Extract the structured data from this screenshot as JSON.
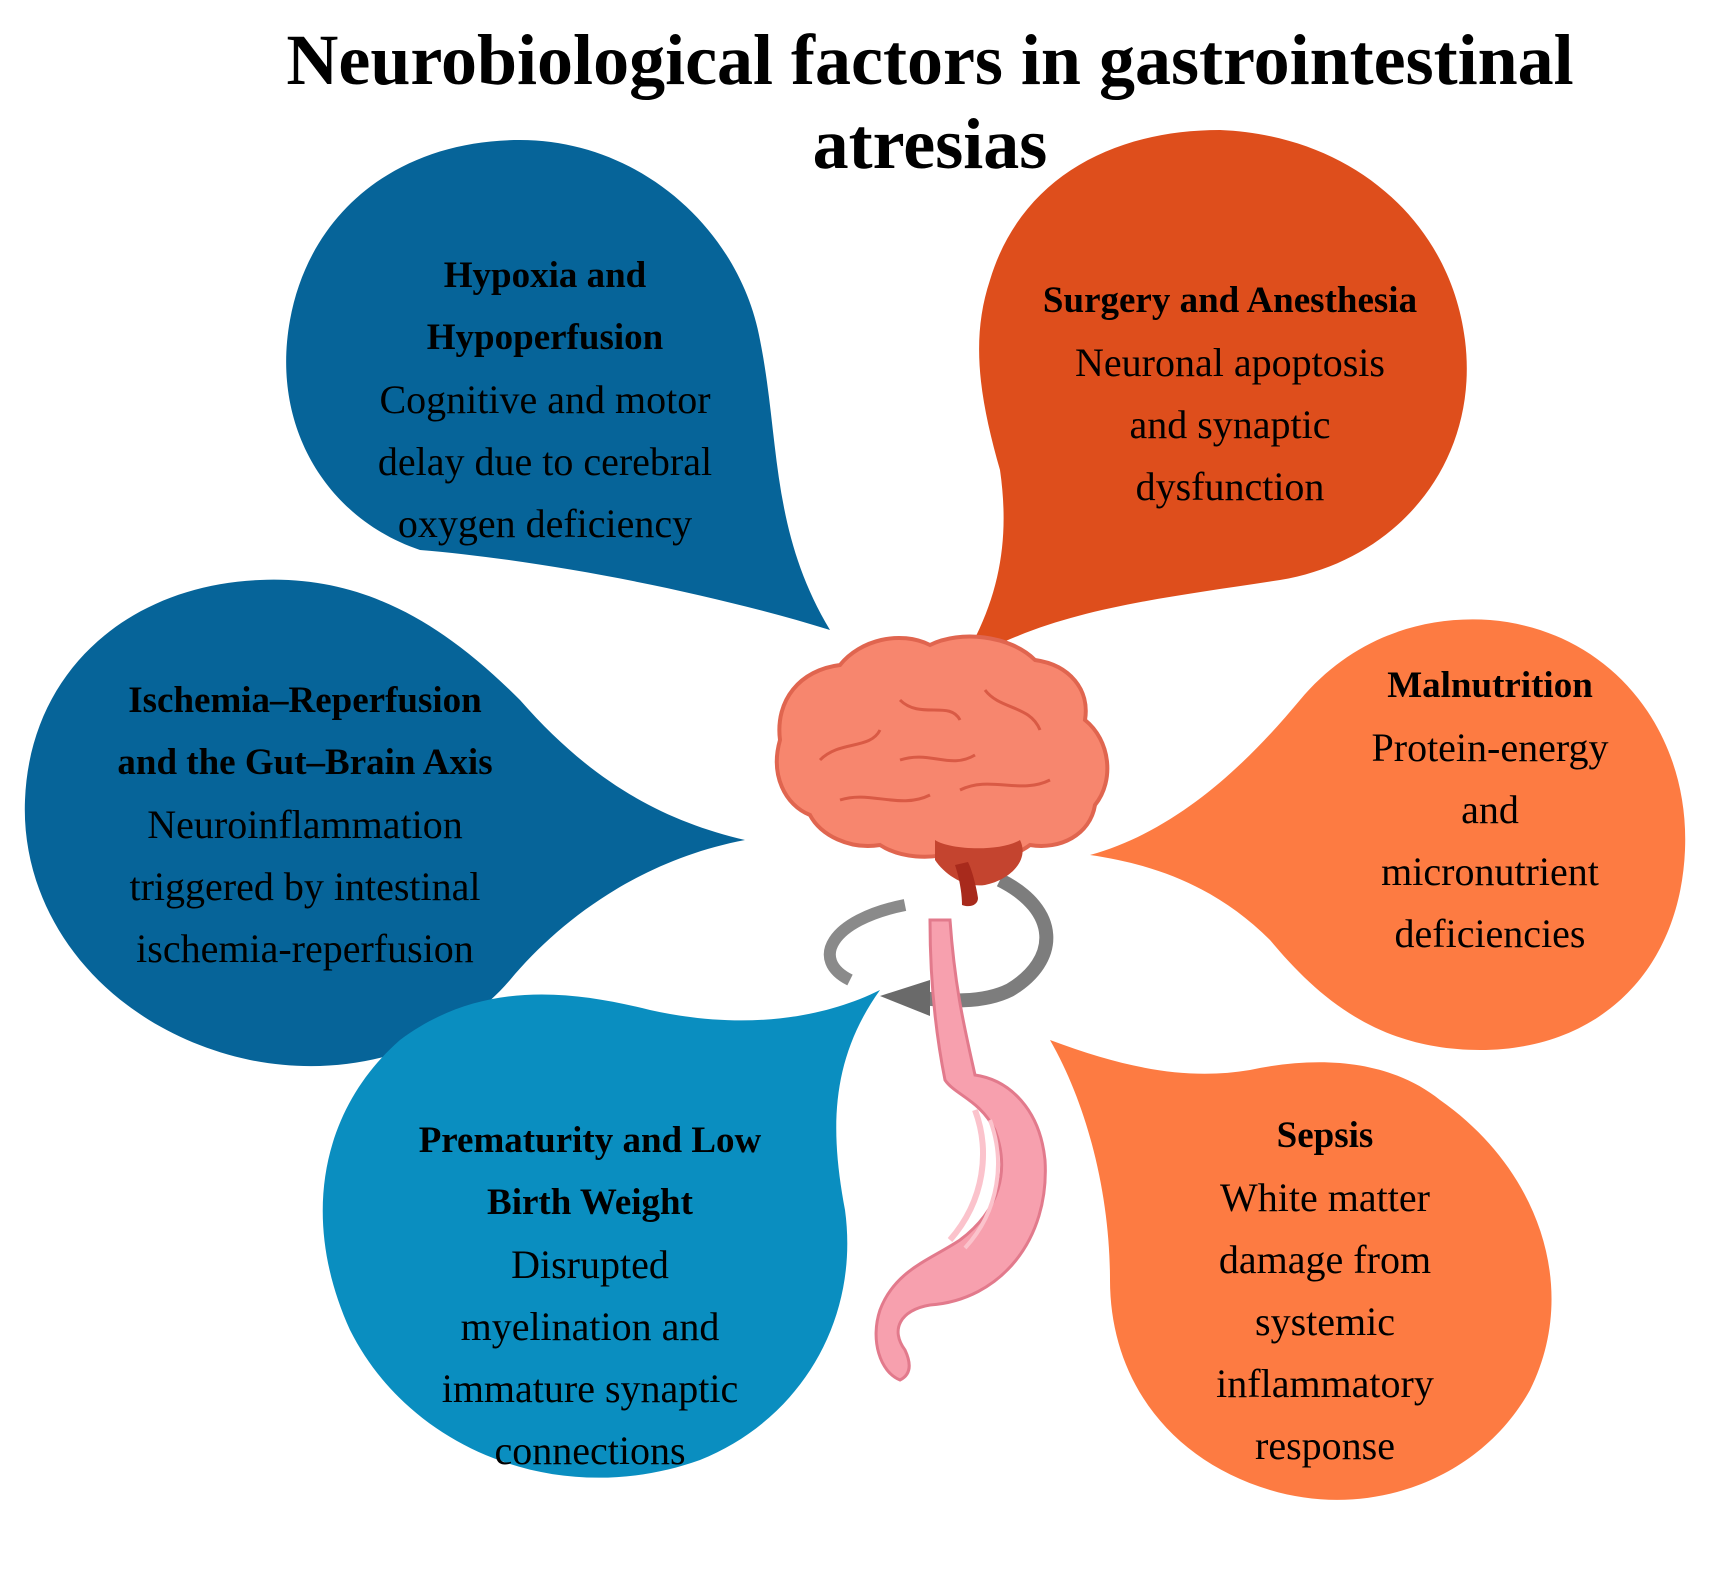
{
  "title": {
    "line1": "Neurobiological factors in gastrointestinal",
    "line2": "atresias"
  },
  "factors": {
    "hypoxia": {
      "heading": [
        "Hypoxia and",
        "Hypoperfusion"
      ],
      "body": [
        "Cognitive and motor",
        "delay due to cerebral",
        "oxygen deficiency"
      ],
      "color": "#066499"
    },
    "ischemia": {
      "heading": [
        "Ischemia–Reperfusion",
        "and the Gut–Brain Axis"
      ],
      "body": [
        "Neuroinflammation",
        "triggered by intestinal",
        "ischemia-reperfusion"
      ],
      "color": "#066499"
    },
    "prematurity": {
      "heading": [
        "Prematurity and Low",
        "Birth Weight"
      ],
      "body": [
        "Disrupted",
        "myelination and",
        "immature synaptic",
        "connections"
      ],
      "color": "#0a8ec0"
    },
    "surgery": {
      "heading": [
        "Surgery and Anesthesia"
      ],
      "body": [
        "Neuronal apoptosis",
        "and synaptic",
        "dysfunction"
      ],
      "color": "#de4e1c"
    },
    "malnutrition": {
      "heading": [
        "Malnutrition"
      ],
      "body": [
        "Protein-energy",
        "and",
        "micronutrient",
        "deficiencies"
      ],
      "color": "#fd7b42"
    },
    "sepsis": {
      "heading": [
        "Sepsis"
      ],
      "body": [
        "White matter",
        "damage from",
        "systemic",
        "inflammatory",
        "response"
      ],
      "color": "#fd7b42"
    }
  },
  "icons": {
    "center": [
      "brain-icon",
      "stomach-icon",
      "circular-arrow-icon"
    ]
  }
}
